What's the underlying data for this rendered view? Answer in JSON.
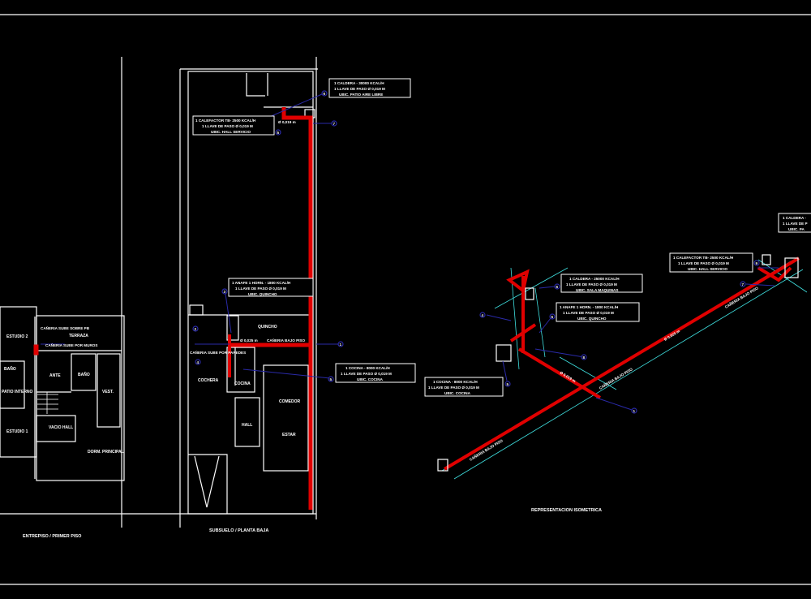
{
  "colors": {
    "background": "#000000",
    "gas_pipe": "#e00000",
    "dimension": "#3fe0e0",
    "leader": "#2a2aa8",
    "lines": "#ffffff"
  },
  "titles": {
    "first_floor": "ENTREPISO / PRIMER PISO",
    "ground_floor": "SUBSUELO / PLANTA BAJA",
    "isometric": "REPRESENTACION ISOMETRICA"
  },
  "first_floor_rooms": [
    "ESTUDIO 2",
    "TERRAZA",
    "BAÑO",
    "ANTE",
    "BAÑO",
    "VEST.",
    "PATIO INTERNO",
    "VACIO HALL",
    "ESTUDIO 1",
    "DORM. PRINCIPAL"
  ],
  "first_floor_notes": [
    "CAÑERIA SUBE SOBRE PB",
    "CAÑERIA SUBE POR MUROS"
  ],
  "ground_floor_rooms": [
    "QUINCHO",
    "COCHERA",
    "COCINA",
    "COMEDOR",
    "HALL",
    "ESTAR"
  ],
  "ground_floor_notes": [
    "CAÑERIA SUBE POR PAREDES",
    "CAÑERIA BAJO PISO",
    "Ø 0,025 m",
    "Ø 0,019 m"
  ],
  "callouts": [
    {
      "num": "6",
      "lines": [
        "1 CALDERA - 30000 KCAL/H",
        "1 LLAVE DE PASO Ø 0,019 M",
        "UBIC. PATIO AIRE LIBRE"
      ]
    },
    {
      "num": "5",
      "lines": [
        "1 CALEFACTOR TB- 2500 KCAL/H",
        "1 LLAVE DE PASO Ø 0,019 M",
        "UBIC. HALL SERVICIO"
      ]
    },
    {
      "num": "3",
      "lines": [
        "1 ANAFE 1 HORN. - 1800 KCAL/H",
        "1 LLAVE DE PASO Ø 0,019 M",
        "UBIC. QUINCHO"
      ]
    },
    {
      "num": "5",
      "lines": [
        "1 COCINA - 8000 KCAL/H",
        "1 LLAVE DE PASO Ø 0,019 M",
        "UBIC. COCINA"
      ]
    }
  ],
  "iso_callouts": [
    {
      "num": "6",
      "lines": [
        "1 CALDERA - 25000 KCAL/H",
        "1 LLAVE DE PASO Ø 0,019 M",
        "UBIC. SALA MAQUINAS"
      ]
    },
    {
      "num": "5",
      "lines": [
        "1 ANAFE 1 HORN. - 1800 KCAL/H",
        "1 LLAVE DE PASO Ø 0,019 M",
        "UBIC. QUINCHO"
      ]
    },
    {
      "num": "5",
      "lines": [
        "1 COCINA - 8000 KCAL/H",
        "1 LLAVE DE PASO Ø 0,019 M",
        "UBIC. COCINA"
      ]
    },
    {
      "num": "9",
      "lines": [
        "1 CALEFACTOR TB- 2500 KCAL/H",
        "1 LLAVE DE PASO Ø 0,019 M",
        "UBIC. HALL SERVICIO"
      ]
    },
    {
      "num": "",
      "lines": [
        "1 CALDERA -",
        "1 LLAVE DE P",
        "UBIC. PA"
      ]
    }
  ],
  "markers": [
    "1",
    "2",
    "4",
    "7",
    "8"
  ],
  "iso_notes": [
    "CAÑERIA BAJO PISO",
    "Ø 0,025 m",
    "Ø 0,019 m"
  ]
}
